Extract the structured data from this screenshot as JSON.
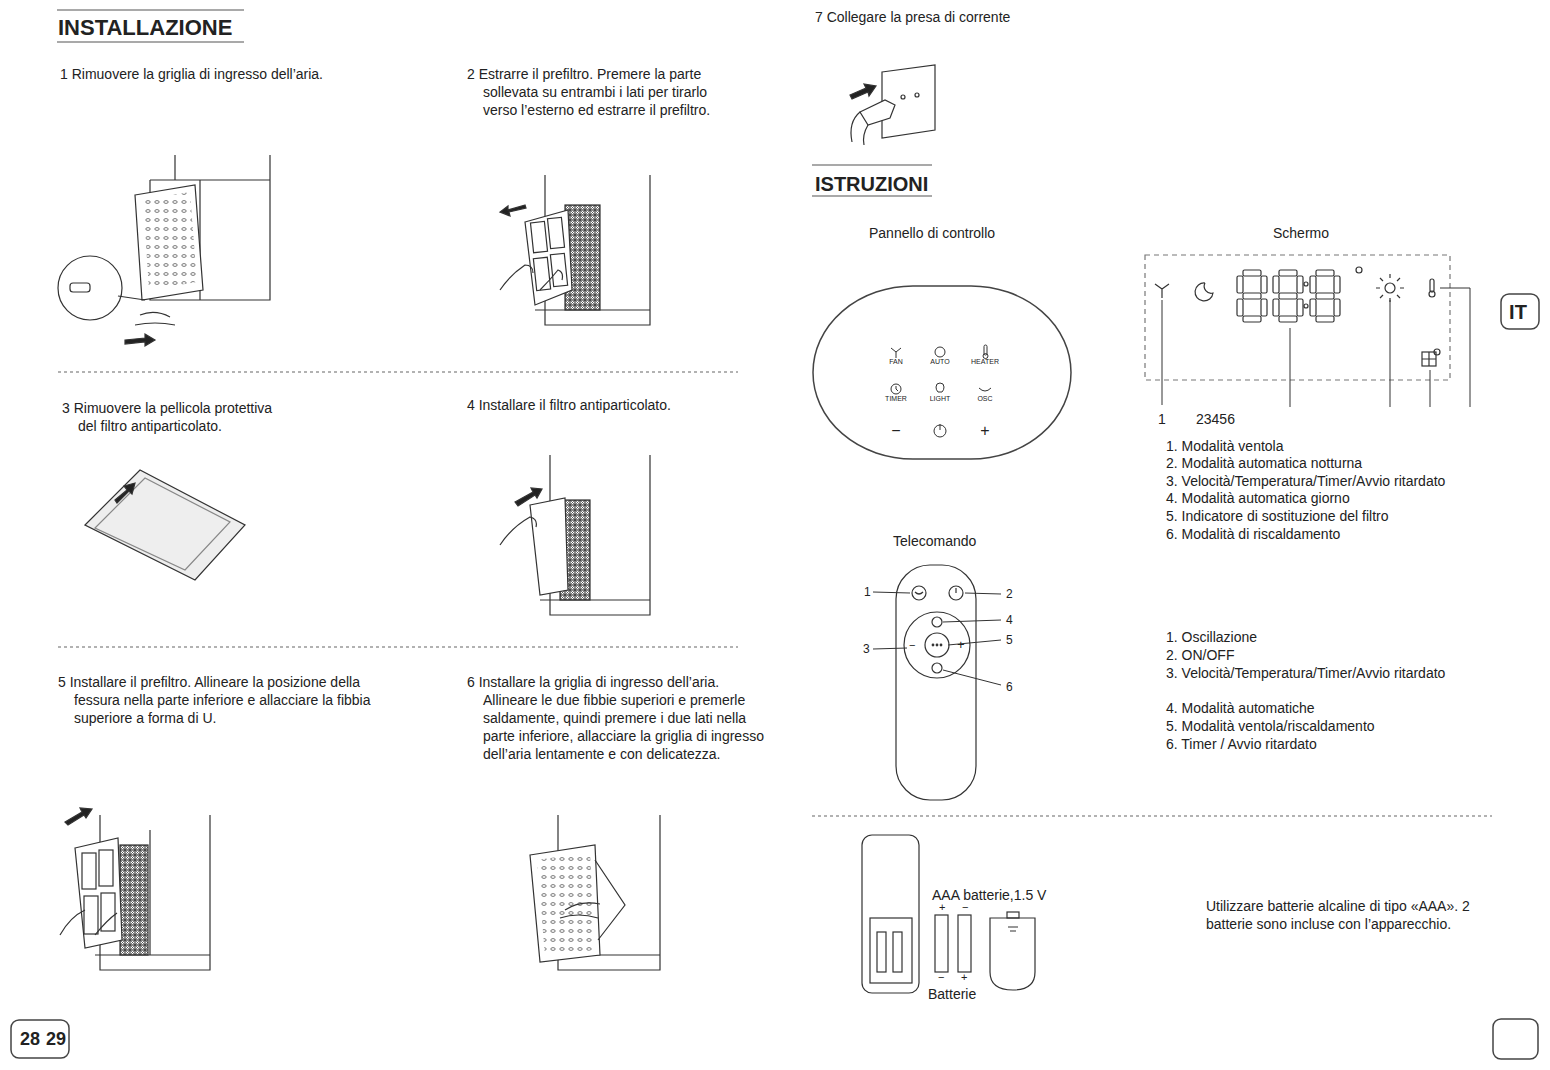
{
  "diagram": {
    "nodes": [
      {
        "text": [
          "FAN",
          "AUTO",
          "HEATER",
          "TIMER",
          "LIGHT",
          "OSC",
          "−",
          "+"
        ]
      },
      {
        "text": [
          "IT"
        ]
      },
      {
        "text": [
          "28",
          "29"
        ]
      }
    ],
    "labels": [
      "INSTALLAZIONE",
      "1 Rimuovere la griglia di ingresso dell’aria.",
      "2 Estrarre il prefiltro. Premere la parte sollevata su entrambi i lati per tirarlo verso l’esterno ed estrarre il prefiltro.",
      "3 Rimuovere la pellicola protettiva del filtro antiparticolato.",
      "4 Installare il filtro antiparticolato.",
      "5 Installare il prefiltro. Allineare la posizione della fessura nella parte inferiore e allacciare la fibbia superiore a forma di U.",
      "6 Installare la griglia di ingresso dell’aria. Allineare le due fibbie superiori e premerle saldamente, quindi premere i due lati nella parte inferiore, allacciare la griglia di ingresso dell’aria lentamente e con delicatezza.",
      "7 Collegare la presa di corrente",
      "ISTRUZIONI",
      "Pannello di controllo",
      "Schermo",
      "1",
      "23456",
      "1. Modalità ventola",
      "2. Modalità automatica notturna",
      "3. Velocità/Temperatura/Timer/Avvio ritardato",
      "4. Modalità automatica giorno",
      "5. Indicatore di sostituzione del filtro",
      "6. Modalità di riscaldamento",
      "Telecomando",
      "1",
      "2",
      "4",
      "5",
      "3",
      "6",
      "−",
      "+",
      "1. Oscillazione",
      "2. ON/OFF",
      "3. Velocità/Temperatura/Timer/Avvio ritardato",
      "4. Modalità automatiche",
      "5. Modalità ventola/riscaldamento",
      "6.  Timer / Avvio ritardato",
      "AAA batterie,1.5 V",
      "+",
      "−",
      "−",
      "+",
      "Batterie",
      "Utilizzare batterie alcaline di tipo «AAA». 2 batterie sono incluse con l’apparecchio."
    ]
  }
}
